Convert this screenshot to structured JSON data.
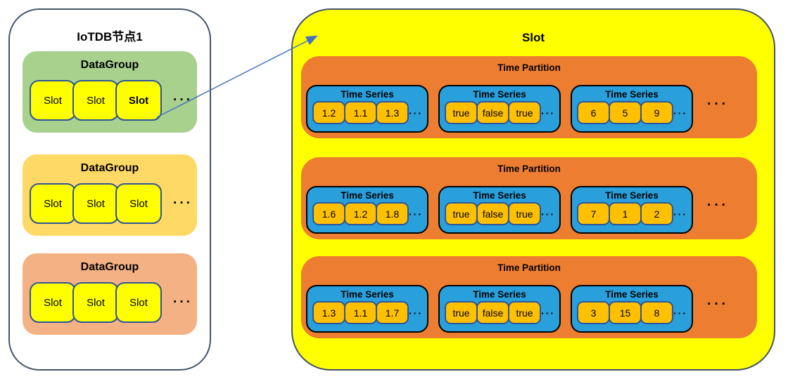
{
  "symbols": {
    "ellipsis": "···"
  },
  "left_panel": {
    "title": "IoTDB节点1",
    "groups": [
      {
        "title": "DataGroup",
        "color": "#A9D18E",
        "slots": [
          {
            "label": "Slot",
            "bold": false
          },
          {
            "label": "Slot",
            "bold": false
          },
          {
            "label": "Slot",
            "bold": true
          }
        ]
      },
      {
        "title": "DataGroup",
        "color": "#FFD966",
        "slots": [
          {
            "label": "Slot",
            "bold": false
          },
          {
            "label": "Slot",
            "bold": false
          },
          {
            "label": "Slot",
            "bold": false
          }
        ]
      },
      {
        "title": "DataGroup",
        "color": "#F4B183",
        "slots": [
          {
            "label": "Slot",
            "bold": false
          },
          {
            "label": "Slot",
            "bold": false
          },
          {
            "label": "Slot",
            "bold": false
          }
        ]
      }
    ]
  },
  "right_panel": {
    "title": "Slot",
    "partitions": [
      {
        "title": "Time Partition",
        "series": [
          {
            "title": "Time Series",
            "values": [
              "1.2",
              "1.1",
              "1.3"
            ]
          },
          {
            "title": "Time Series",
            "values": [
              "true",
              "false",
              "true"
            ]
          },
          {
            "title": "Time Series",
            "values": [
              "6",
              "5",
              "9"
            ]
          }
        ]
      },
      {
        "title": "Time Partition",
        "series": [
          {
            "title": "Time Series",
            "values": [
              "1.6",
              "1.2",
              "1.8"
            ]
          },
          {
            "title": "Time Series",
            "values": [
              "true",
              "false",
              "true"
            ]
          },
          {
            "title": "Time Series",
            "values": [
              "7",
              "1",
              "2"
            ]
          }
        ]
      },
      {
        "title": "Time Partition",
        "series": [
          {
            "title": "Time Series",
            "values": [
              "1.3",
              "1.1",
              "1.7"
            ]
          },
          {
            "title": "Time Series",
            "values": [
              "true",
              "false",
              "true"
            ]
          },
          {
            "title": "Time Series",
            "values": [
              "3",
              "15",
              "8"
            ]
          }
        ]
      }
    ]
  },
  "colors": {
    "panel_border": "#44546A",
    "datagroup_green": "#A9D18E",
    "datagroup_amber": "#FFD966",
    "datagroup_salmon": "#F4B183",
    "slot_yellow": "#FFFF00",
    "slot_border": "#2E5597",
    "partition_orange": "#ED7D31",
    "series_blue": "#29A0DC",
    "cell_orange": "#FFC000",
    "arrow_blue": "#4472C4"
  }
}
